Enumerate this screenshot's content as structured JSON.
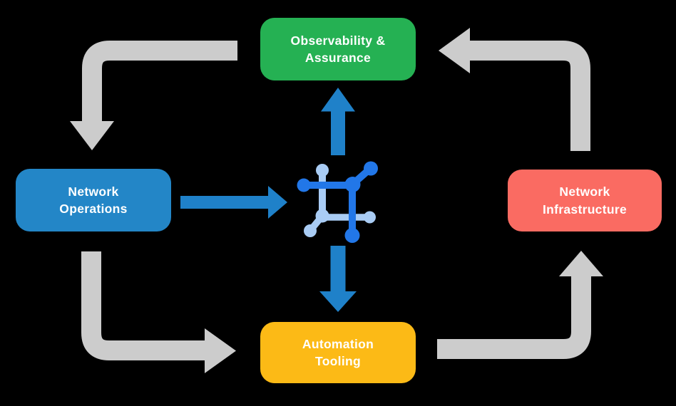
{
  "colors": {
    "background": "#000000",
    "text": "#ffffff",
    "arrow-gray": "#cccccc",
    "arrow-blue": "#1f81c9",
    "icon-dark": "#2277e8",
    "icon-light": "#a9ccf4"
  },
  "diagram": {
    "nodes": [
      {
        "id": "observability-assurance",
        "label": "Observability &\nAssurance",
        "color": "#25b153",
        "position": "top"
      },
      {
        "id": "network-operations",
        "label": "Network\nOperations",
        "color": "#2386c7",
        "position": "left"
      },
      {
        "id": "network-infrastructure",
        "label": "Network\nInfrastructure",
        "color": "#fa6b62",
        "position": "right"
      },
      {
        "id": "automation-tooling",
        "label": "Automation\nTooling",
        "color": "#fcba16",
        "position": "bottom"
      }
    ],
    "center_icon": "network-mesh-icon",
    "edges": [
      {
        "from": "observability-assurance",
        "to": "network-operations",
        "style": "gray-elbow"
      },
      {
        "from": "network-operations",
        "to": "automation-tooling",
        "style": "gray-elbow"
      },
      {
        "from": "automation-tooling",
        "to": "network-infrastructure",
        "style": "gray-elbow"
      },
      {
        "from": "network-infrastructure",
        "to": "observability-assurance",
        "style": "gray-elbow"
      },
      {
        "from": "network-operations",
        "to": "center-icon",
        "style": "blue-straight"
      },
      {
        "from": "center-icon",
        "to": "observability-assurance",
        "style": "blue-straight"
      },
      {
        "from": "center-icon",
        "to": "automation-tooling",
        "style": "blue-straight"
      }
    ]
  }
}
